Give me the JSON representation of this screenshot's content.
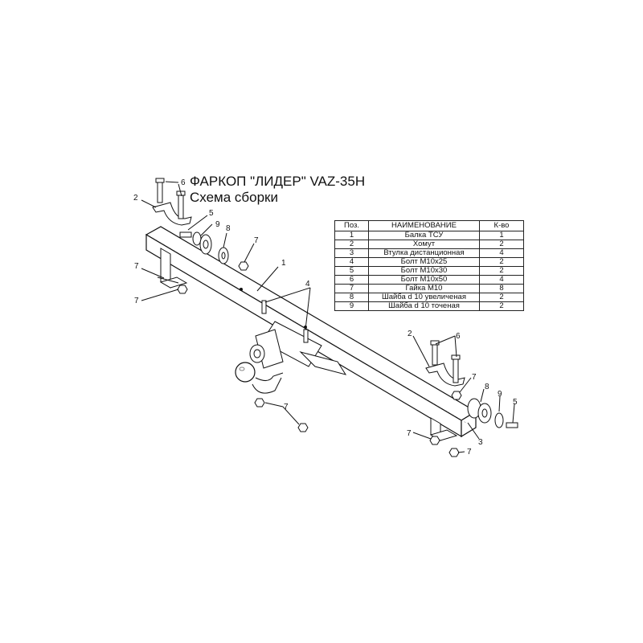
{
  "title": "ФАРКОП \"ЛИДЕР\" VAZ-35H",
  "subtitle": "Схема сборки",
  "table": {
    "headers": [
      "Поз.",
      "НАИМЕНОВАНИЕ",
      "К-во"
    ],
    "rows": [
      {
        "pos": "1",
        "name": "Балка ТСУ",
        "qty": "1"
      },
      {
        "pos": "2",
        "name": "Хомут",
        "qty": "2"
      },
      {
        "pos": "3",
        "name": "Втулка дистанционная",
        "qty": "4"
      },
      {
        "pos": "4",
        "name": "Болт М10х25",
        "qty": "2"
      },
      {
        "pos": "5",
        "name": "Болт М10х30",
        "qty": "2"
      },
      {
        "pos": "6",
        "name": "Болт М10х50",
        "qty": "4"
      },
      {
        "pos": "7",
        "name": "Гайка  М10",
        "qty": "8"
      },
      {
        "pos": "8",
        "name": "Шайба d 10 увеличеная",
        "qty": "2"
      },
      {
        "pos": "9",
        "name": "Шайба d 10 точеная",
        "qty": "2"
      }
    ]
  },
  "callouts": [
    "1",
    "2",
    "2",
    "3",
    "4",
    "5",
    "5",
    "6",
    "6",
    "7",
    "7",
    "7",
    "7",
    "7",
    "7",
    "7",
    "8",
    "8",
    "9",
    "9"
  ]
}
